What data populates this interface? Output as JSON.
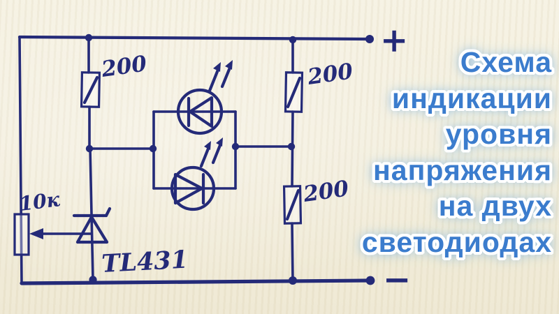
{
  "title": {
    "lines": [
      "Схема",
      "индикации",
      "уровня",
      "напряжения",
      "на двух",
      "светодиодах"
    ]
  },
  "schematic": {
    "labels": {
      "resistor_top_left": "200",
      "resistor_top_right": "200",
      "resistor_bottom_right": "200",
      "potentiometer": "10к",
      "ic": "TL431",
      "plus_terminal": "+",
      "minus_terminal": "−"
    }
  },
  "colors": {
    "paper": "#f3eedd",
    "ink": "#242a78",
    "title_fill": "#3b7ccd",
    "title_outline": "#ffffff",
    "title_glow": "#7fb4e2"
  }
}
